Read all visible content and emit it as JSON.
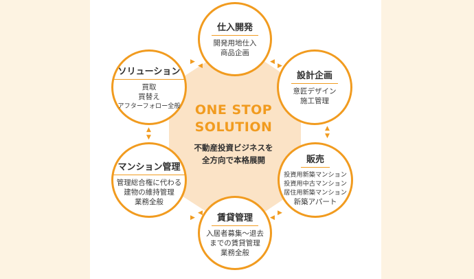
{
  "diagram": {
    "center": {
      "title_line1": "ONE STOP",
      "title_line2": "SOLUTION",
      "subtitle_line1": "不動産投資ビジネスを",
      "subtitle_line2": "全方向で本格展開"
    },
    "nodes": {
      "shiire": {
        "title": "仕入開発",
        "lines": [
          "開発用地仕入",
          "商品企画"
        ]
      },
      "sekkei": {
        "title": "設計企画",
        "lines": [
          "意匠デザイン",
          "施工管理"
        ]
      },
      "hanbai": {
        "title": "販売",
        "lines": [
          "投資用新築マンション",
          "投資用中古マンション",
          "居住用新築マンション",
          "新築アパート"
        ]
      },
      "chintai": {
        "title": "賃貸管理",
        "lines": [
          "入居者募集～退去",
          "までの賃貸管理",
          "業務全般"
        ]
      },
      "mansion": {
        "title": "マンション管理",
        "lines": [
          "管理総合権に代わる",
          "建物の維持管理",
          "業務全般"
        ]
      },
      "solution": {
        "title": "ソリューション",
        "lines": [
          "買取",
          "買替え",
          "アフターフォロー全般"
        ]
      }
    },
    "colors": {
      "accent": "#f19b1f",
      "hexagon_fill": "#fbe3c6",
      "page_bg": "#fdf3e2"
    }
  }
}
